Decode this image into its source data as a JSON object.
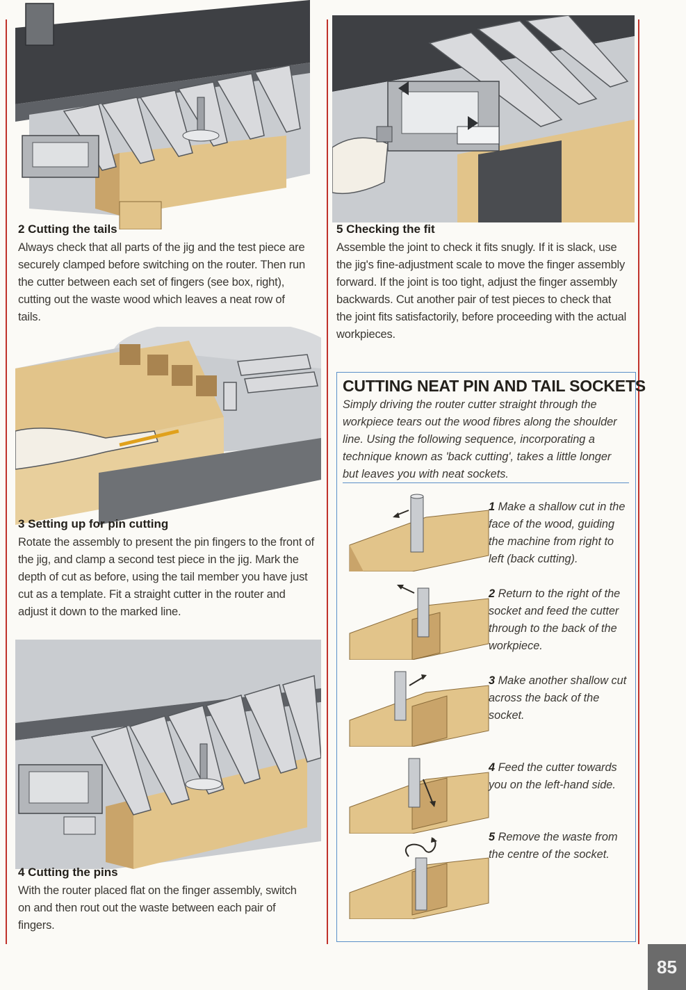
{
  "steps": [
    {
      "title": "2 Cutting the tails",
      "body": "Always check that all parts of the jig and the test piece are securely clamped before switching on the router. Then run the cutter between each set of fingers (see box, right), cutting out the waste wood which leaves a neat row of tails."
    },
    {
      "title": "3 Setting up for pin cutting",
      "body": "Rotate the assembly to present the pin fingers to the front of the jig, and clamp a second test piece in the jig. Mark the depth of cut as before, using the tail member you have just cut as a template. Fit a straight cutter in the router and adjust it down to the marked line."
    },
    {
      "title": "4 Cutting the pins",
      "body": "With the router placed flat on the finger assembly, switch on and then rout out the waste between each pair of fingers."
    },
    {
      "title": "5 Checking the fit",
      "body": "Assemble the joint to check it fits snugly. If it is slack, use the jig's fine-adjustment scale to move the finger assembly forward. If the joint is too tight, adjust the finger assembly backwards. Cut another pair of test pieces to check that the joint fits satisfactorily, before proceeding with the actual workpieces."
    }
  ],
  "box": {
    "title": "CUTTING NEAT PIN AND TAIL SOCKETS",
    "intro": "Simply driving the router cutter straight through the workpiece tears out the wood fibres along the shoulder line. Using the following sequence, incorporating a technique known as 'back cutting', takes a little longer but leaves you with neat sockets.",
    "sequence": [
      {
        "num": "1",
        "text": "Make a shallow cut in the face of the wood, guiding the machine from right to left (back cutting)."
      },
      {
        "num": "2",
        "text": "Return to the right of the socket and feed the cutter through to the back of the workpiece."
      },
      {
        "num": "3",
        "text": "Make another shallow cut across the back of the socket."
      },
      {
        "num": "4",
        "text": "Feed the cutter towards you on the left-hand side."
      },
      {
        "num": "5",
        "text": "Remove the waste from the centre of the socket."
      }
    ]
  },
  "page_number": "85",
  "colors": {
    "accent_rule": "#c0312a",
    "box_border": "#5a8fc8",
    "wood": "#e2c48a",
    "metal": "#b9bcc0",
    "page_tab": "#6b6b6b"
  }
}
